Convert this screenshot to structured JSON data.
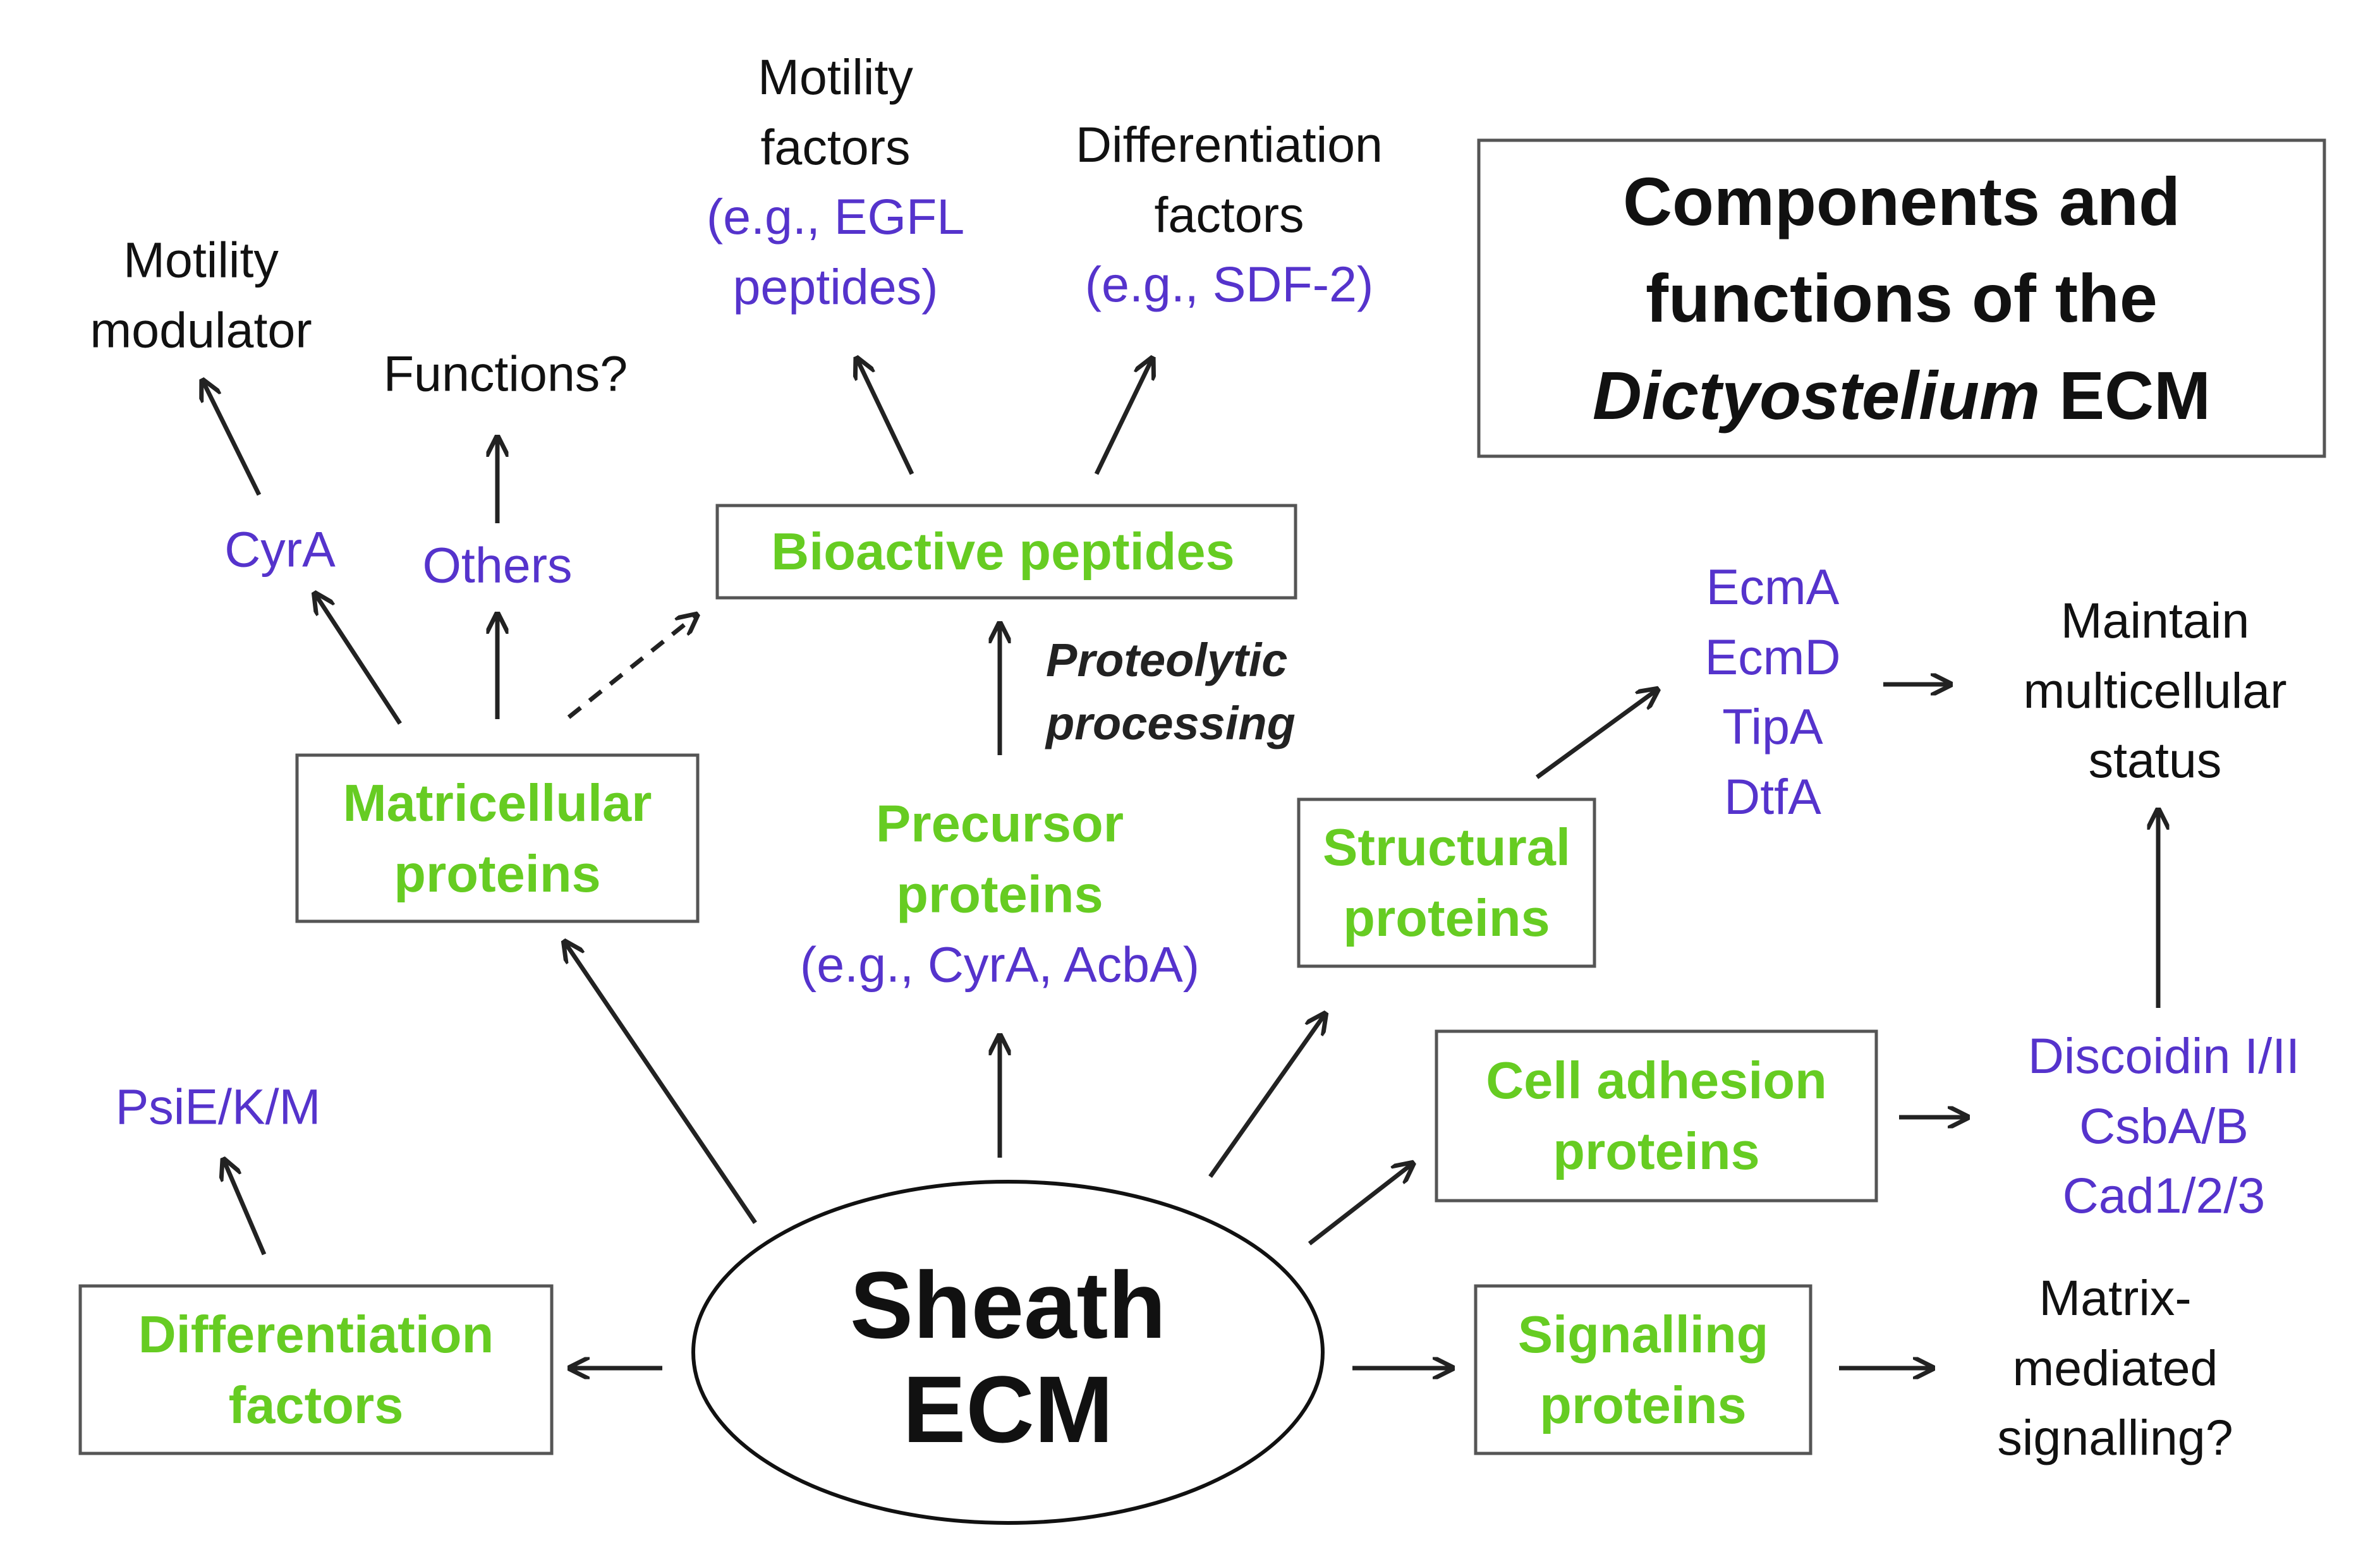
{
  "title": {
    "line1": "Components and",
    "line2": "functions of the",
    "italic": "Dictyostelium",
    "suffix": " ECM"
  },
  "center": {
    "line1": "Sheath",
    "line2": "ECM"
  },
  "green_boxes": {
    "bioactive": "Bioactive peptides",
    "matricellular": [
      "Matricellular",
      "proteins"
    ],
    "structural": [
      "Structural",
      "proteins"
    ],
    "cell_adhesion": [
      "Cell adhesion",
      "proteins"
    ],
    "signalling": [
      "Signalling",
      "proteins"
    ],
    "differentiation": [
      "Differentiation",
      "factors"
    ]
  },
  "precursor": {
    "lines": [
      "Precursor",
      "proteins"
    ],
    "example": "(e.g., CyrA, AcbA)"
  },
  "processing": [
    "Proteolytic",
    "processing"
  ],
  "motility_factors": {
    "lines": [
      "Motility",
      "factors"
    ],
    "examples": [
      "(e.g., EGFL",
      "peptides)"
    ]
  },
  "differentiation_factors": {
    "lines": [
      "Differentiation",
      "factors"
    ],
    "example": "(e.g., SDF-2)"
  },
  "motility_modulator": [
    "Motility",
    "modulator"
  ],
  "functions": "Functions?",
  "cyra": "CyrA",
  "others": "Others",
  "structural_list": [
    "EcmA",
    "EcmD",
    "TipA",
    "DtfA"
  ],
  "maintain": [
    "Maintain",
    "multicellular",
    "status"
  ],
  "adhesion_list": [
    "Discoidin I/II",
    "CsbA/B",
    "Cad1/2/3"
  ],
  "matrix_signalling": [
    "Matrix-",
    "mediated",
    "signalling?"
  ],
  "psi": "PsiE/K/M",
  "colors": {
    "green": "#66cc22",
    "purple": "#5533cc",
    "black": "#111111"
  }
}
